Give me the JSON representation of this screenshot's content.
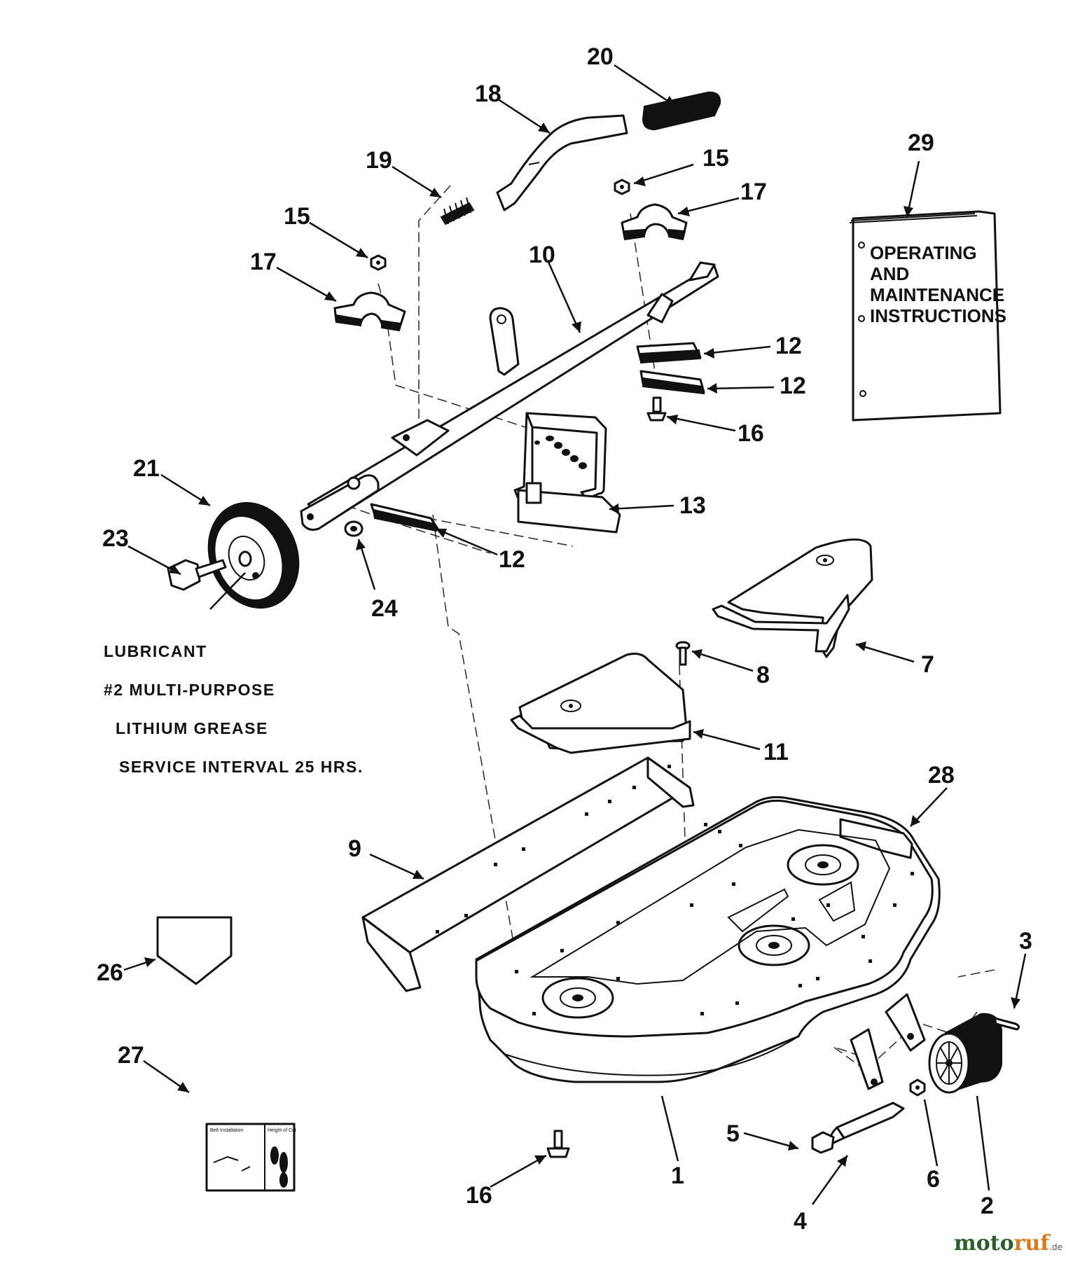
{
  "callouts": {
    "c1": "1",
    "c2": "2",
    "c3": "3",
    "c4": "4",
    "c5": "5",
    "c6": "6",
    "c7": "7",
    "c8": "8",
    "c9": "9",
    "c10": "10",
    "c11": "11",
    "c12a": "12",
    "c12b": "12",
    "c12c": "12",
    "c13": "13",
    "c15a": "15",
    "c15b": "15",
    "c16a": "16",
    "c16b": "16",
    "c17a": "17",
    "c17b": "17",
    "c18": "18",
    "c19": "19",
    "c20": "20",
    "c21": "21",
    "c23": "23",
    "c24": "24",
    "c26": "26",
    "c27": "27",
    "c28": "28",
    "c29": "29"
  },
  "manual": {
    "line1": "OPERATING",
    "line2": "AND",
    "line3": "MAINTENANCE",
    "line4": "INSTRUCTIONS"
  },
  "lubricant": {
    "line1": "LUBRICANT",
    "line2": "#2 MULTI-PURPOSE",
    "line3": "LITHIUM GREASE",
    "line4": "SERVICE INTERVAL 25 HRS."
  },
  "decal": {
    "left_label": "Belt Installation",
    "right_label": "Height of Cut"
  },
  "watermark": {
    "part1": "moto",
    "part2": "ruf",
    "part3": ".de"
  }
}
